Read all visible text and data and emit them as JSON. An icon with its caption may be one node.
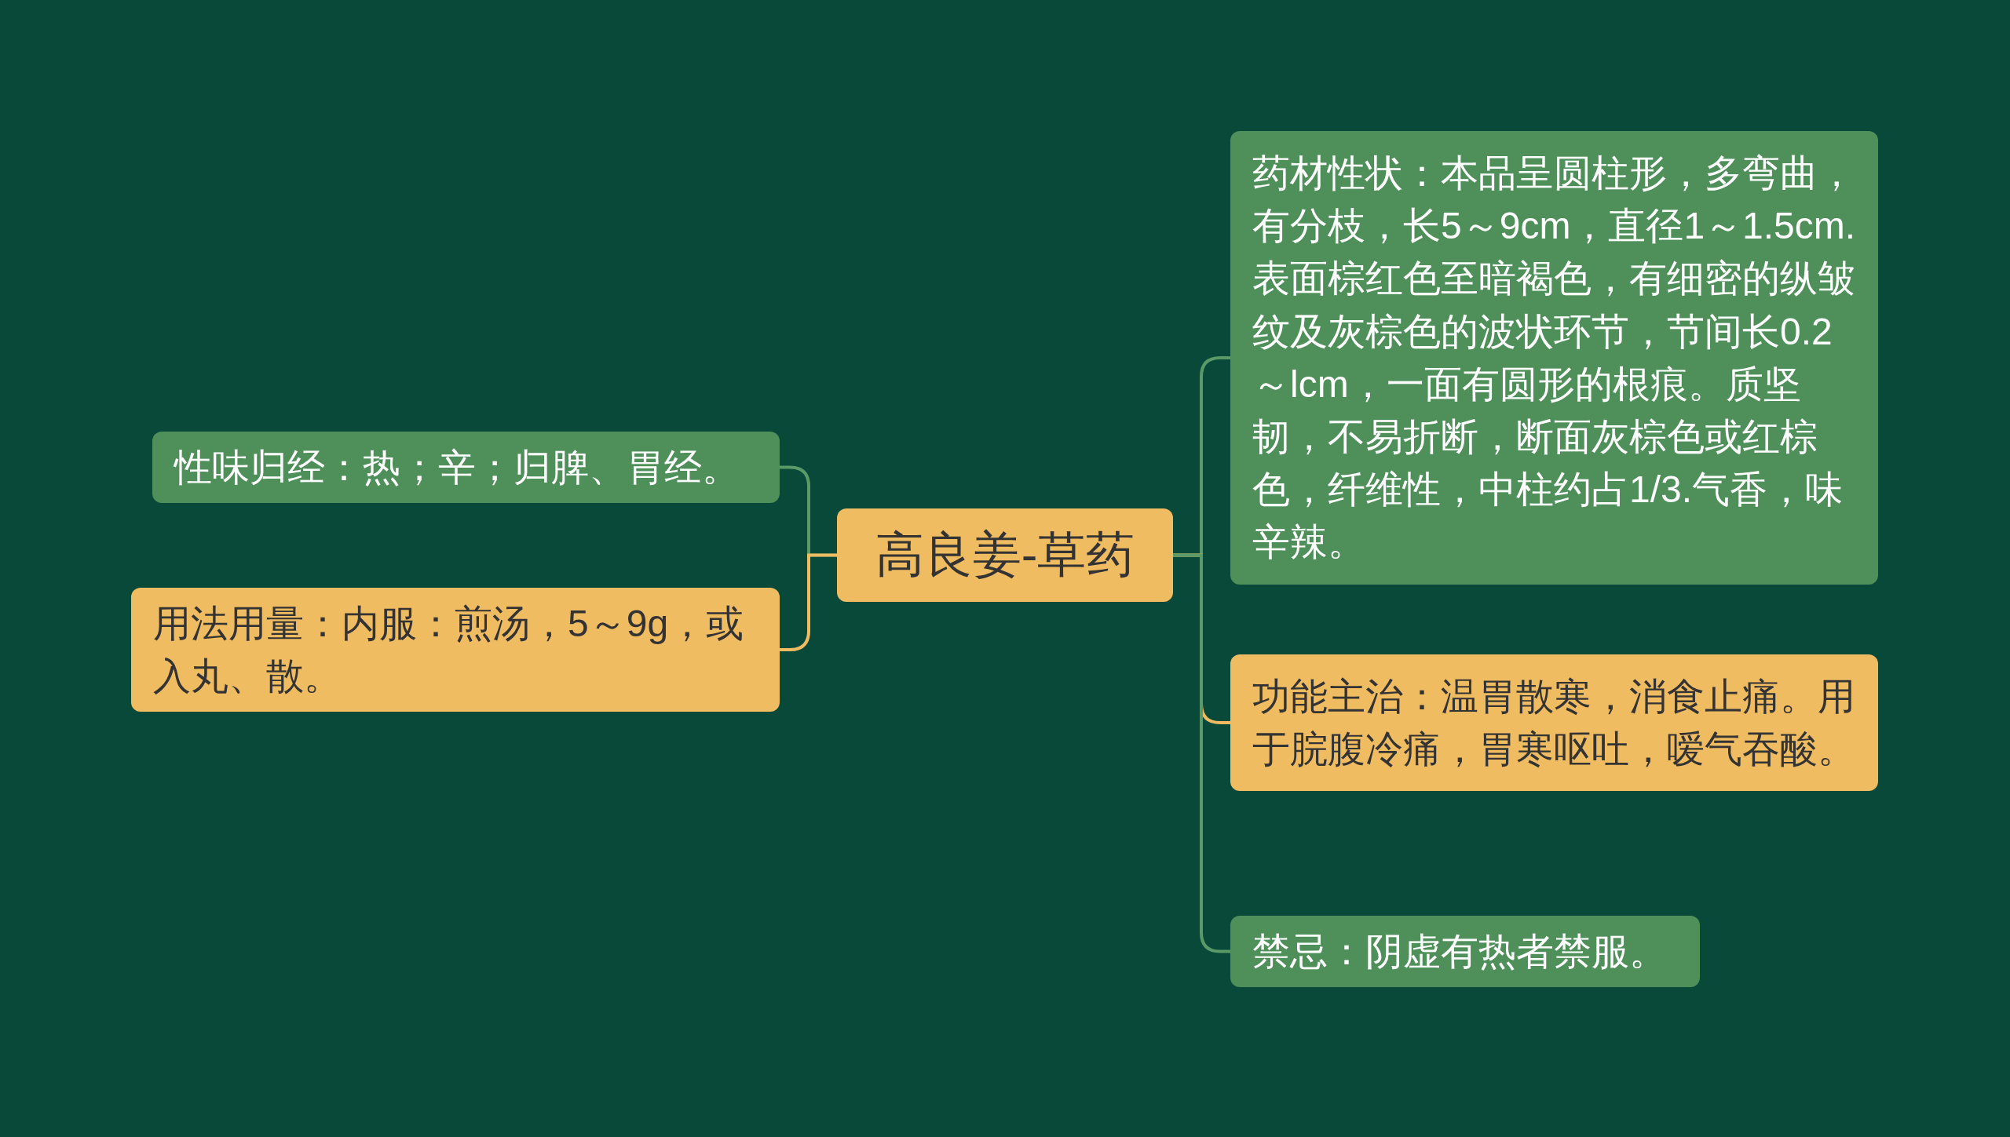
{
  "diagram": {
    "nodes": [
      {
        "text": [
          "高良姜-草药"
        ]
      },
      {
        "text": [
          "性味归经：热；辛；归脾、胃经。"
        ]
      },
      {
        "text": [
          "用法用量：内服：煎汤，5～9g，或入丸、散。"
        ]
      },
      {
        "text": [
          "药材性状：本品呈圆柱形，多弯曲，有分枝，长5～9cm，直径1～1.5cm.表面棕红色至暗褐色，有细密的纵皱纹及灰棕色的波状环节，节间长0.2～lcm，一面有圆形的根痕。质坚韧，不易折断，断面灰棕色或红棕色，纤维性，中柱约占1/3.气香，味辛辣。"
        ]
      },
      {
        "text": [
          "功能主治：温胃散寒，消食止痛。用于脘腹冷痛，胃寒呕吐，嗳气吞酸。"
        ]
      },
      {
        "text": [
          "禁忌：阴虚有热者禁服。"
        ]
      }
    ],
    "edges": [
      {
        "from": 0,
        "to": 1,
        "arrow": "none"
      },
      {
        "from": 0,
        "to": 2,
        "arrow": "none",
        "color": "#f0bc62"
      },
      {
        "from": 0,
        "to": 3,
        "arrow": "none"
      },
      {
        "from": 0,
        "to": 4,
        "arrow": "none",
        "color": "#f0bc62"
      },
      {
        "from": 0,
        "to": 5,
        "arrow": "none"
      }
    ]
  }
}
